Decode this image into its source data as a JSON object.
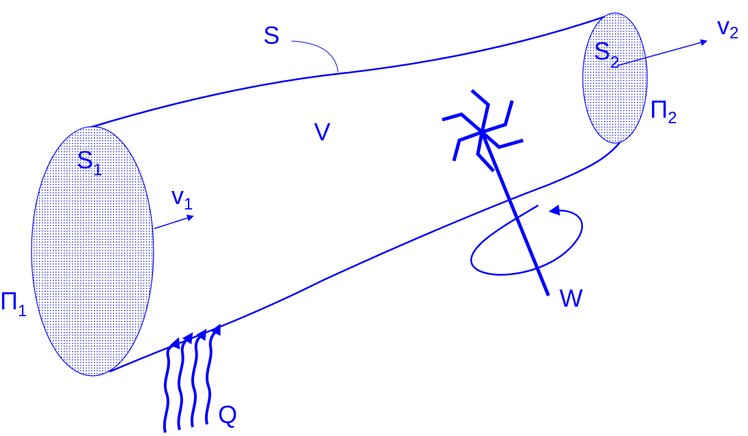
{
  "colors": {
    "stroke": "#0000ff",
    "background": "#ffffff"
  },
  "labels": {
    "surface": "S",
    "outlet_area": "S",
    "outlet_sub": "2",
    "outlet_velocity": "v",
    "outlet_velocity_sub": "2",
    "outlet_pressure": "Π",
    "outlet_pressure_sub": "2",
    "volume": "V",
    "inlet_area": "S",
    "inlet_sub": "1",
    "inlet_velocity": "v",
    "inlet_velocity_sub": "1",
    "inlet_pressure": "Π",
    "inlet_pressure_sub": "1",
    "work": "W",
    "heat": "Q"
  }
}
